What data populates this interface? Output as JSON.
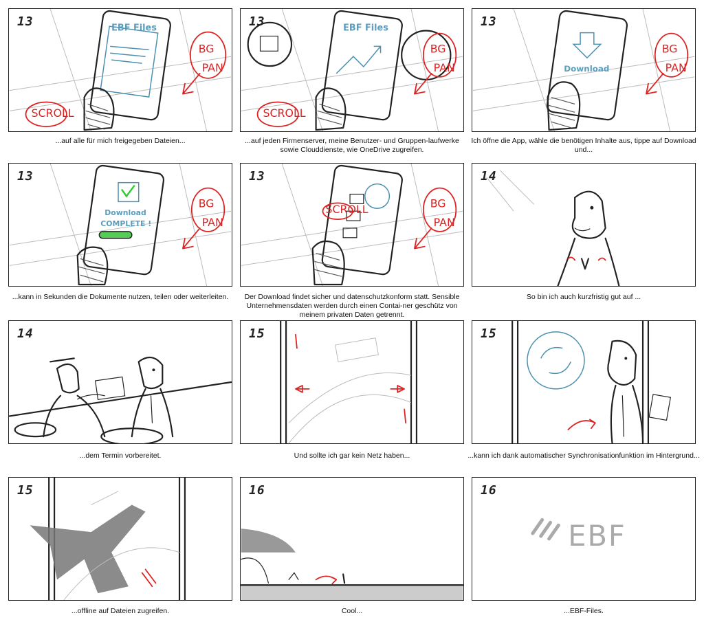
{
  "panels": [
    {
      "scene": "13",
      "caption": "...auf alle für mich freigegeben Dateien...",
      "screen_title": "EBF Files",
      "note_bg": "BG",
      "note_pan": "PAN",
      "note_scroll": "SCROLL"
    },
    {
      "scene": "13",
      "caption": "...auf jeden Firmenserver, meine Benutzer- und Gruppen-laufwerke sowie Clouddienste, wie OneDrive zugreifen.",
      "screen_title": "EBF Files",
      "note_bg": "BG",
      "note_pan": "PAN",
      "note_scroll": "SCROLL"
    },
    {
      "scene": "13",
      "caption": "Ich öffne die App, wähle die benötigen Inhalte aus, tippe auf Download und...",
      "screen_title": "Download",
      "note_bg": "BG",
      "note_pan": "PAN"
    },
    {
      "scene": "13",
      "caption": "...kann in Sekunden die Dokumente nutzen, teilen oder weiterleiten.",
      "screen_line1": "Download",
      "screen_line2": "COMPLETE !",
      "note_bg": "BG",
      "note_pan": "PAN"
    },
    {
      "scene": "13",
      "caption": "Der Download findet sicher und datenschutzkonform statt. Sensible Unternehmensdaten werden durch einen Contai-ner geschütz von meinem privaten Daten getrennt.",
      "note_bg": "BG",
      "note_pan": "PAN",
      "note_scroll": "SCROLL"
    },
    {
      "scene": "14",
      "caption": "So bin ich auch kurzfristig gut auf ..."
    },
    {
      "scene": "14",
      "caption": "...dem Termin vorbereitet."
    },
    {
      "scene": "15",
      "caption": "Und sollte ich gar kein Netz haben..."
    },
    {
      "scene": "15",
      "caption": "...kann ich dank automatischer Synchronisationfunktion im Hintergrund..."
    },
    {
      "scene": "15",
      "caption": "...offline auf Dateien zugreifen."
    },
    {
      "scene": "16",
      "caption": "Cool..."
    },
    {
      "scene": "16",
      "caption": "...EBF-Files.",
      "logo": "EBF"
    }
  ]
}
